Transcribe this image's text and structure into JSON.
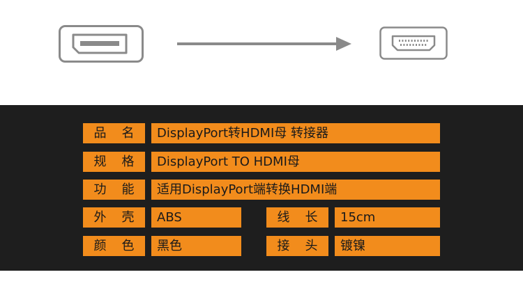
{
  "icons": {
    "source": "displayport-port-icon",
    "arrow": "right-arrow-icon",
    "target": "hdmi-port-icon"
  },
  "colors": {
    "accent": "#f28c1c",
    "panel": "#1e1e1e",
    "icon_stroke": "#8a8a8a"
  },
  "specs": {
    "rows": [
      {
        "label": "品名",
        "value": "DisplayPort转HDMI母 转接器"
      },
      {
        "label": "规格",
        "value": "DisplayPort  TO  HDMI母"
      },
      {
        "label": "功能",
        "value": "适用DisplayPort端转换HDMI端"
      },
      {
        "label": "外壳",
        "value": "ABS",
        "label2": "线长",
        "value2": "15cm"
      },
      {
        "label": "颜色",
        "value": "黑色",
        "label2": "接头",
        "value2": "镀镍"
      }
    ]
  }
}
